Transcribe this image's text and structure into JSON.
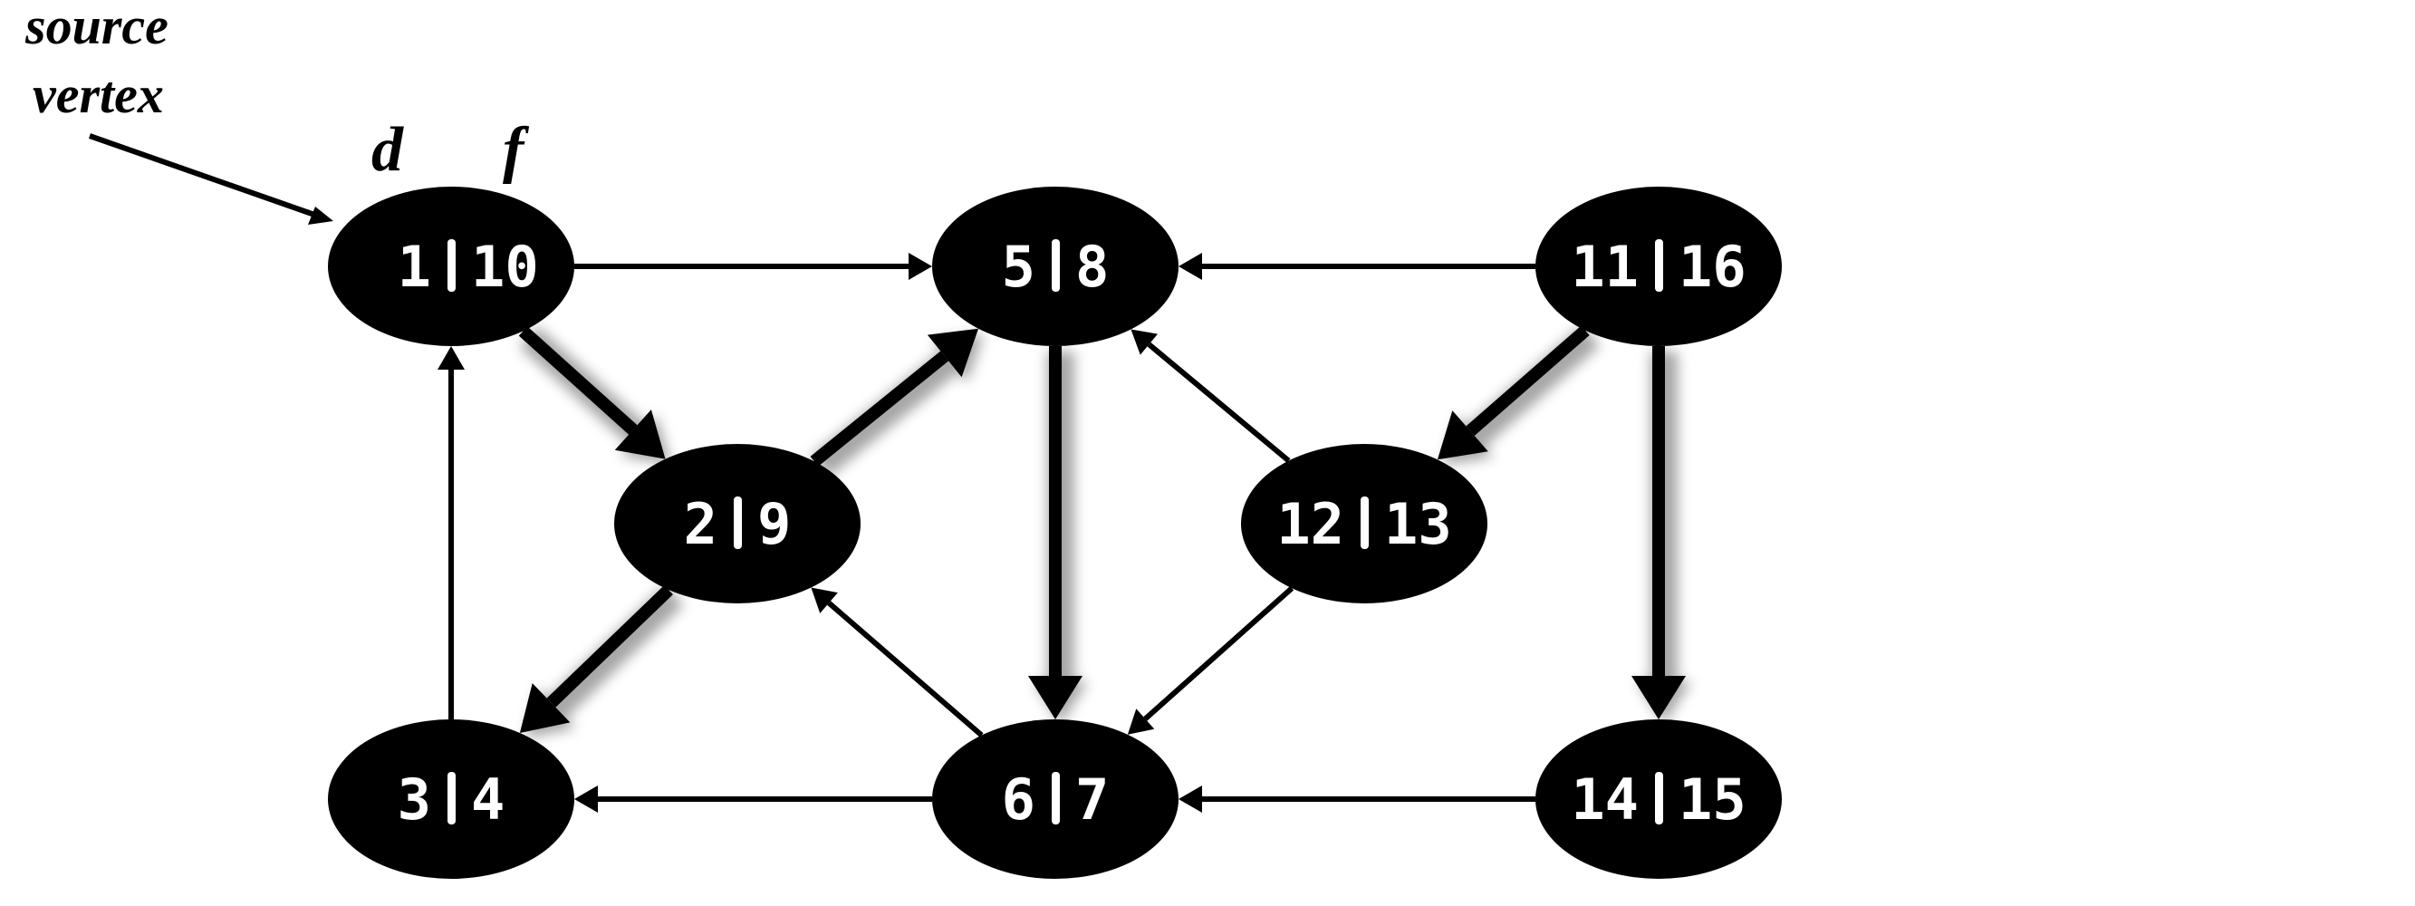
{
  "annotation": {
    "source_line1": "source",
    "source_line2": "vertex",
    "d_label": "d",
    "f_label": "f"
  },
  "colors": {
    "node": "#000000",
    "text": "#ffffff",
    "edge": "#000000",
    "tree_shadow": "#888888"
  },
  "vertices": [
    {
      "id": "A",
      "d": "1",
      "f": "10"
    },
    {
      "id": "B",
      "d": "5",
      "f": "8"
    },
    {
      "id": "C",
      "d": "11",
      "f": "16"
    },
    {
      "id": "D",
      "d": "2",
      "f": "9"
    },
    {
      "id": "E",
      "d": "12",
      "f": "13"
    },
    {
      "id": "F",
      "d": "3",
      "f": "4"
    },
    {
      "id": "G",
      "d": "6",
      "f": "7"
    },
    {
      "id": "H",
      "d": "14",
      "f": "15"
    }
  ],
  "edges": [
    {
      "from": "A",
      "to": "B",
      "tree": false
    },
    {
      "from": "C",
      "to": "B",
      "tree": false
    },
    {
      "from": "A",
      "to": "D",
      "tree": true
    },
    {
      "from": "D",
      "to": "B",
      "tree": true
    },
    {
      "from": "D",
      "to": "F",
      "tree": true
    },
    {
      "from": "F",
      "to": "A",
      "tree": false
    },
    {
      "from": "B",
      "to": "G",
      "tree": true
    },
    {
      "from": "E",
      "to": "B",
      "tree": false
    },
    {
      "from": "E",
      "to": "G",
      "tree": false
    },
    {
      "from": "G",
      "to": "D",
      "tree": false
    },
    {
      "from": "G",
      "to": "F",
      "tree": false
    },
    {
      "from": "C",
      "to": "E",
      "tree": true
    },
    {
      "from": "C",
      "to": "H",
      "tree": true
    },
    {
      "from": "H",
      "to": "G",
      "tree": false
    }
  ]
}
